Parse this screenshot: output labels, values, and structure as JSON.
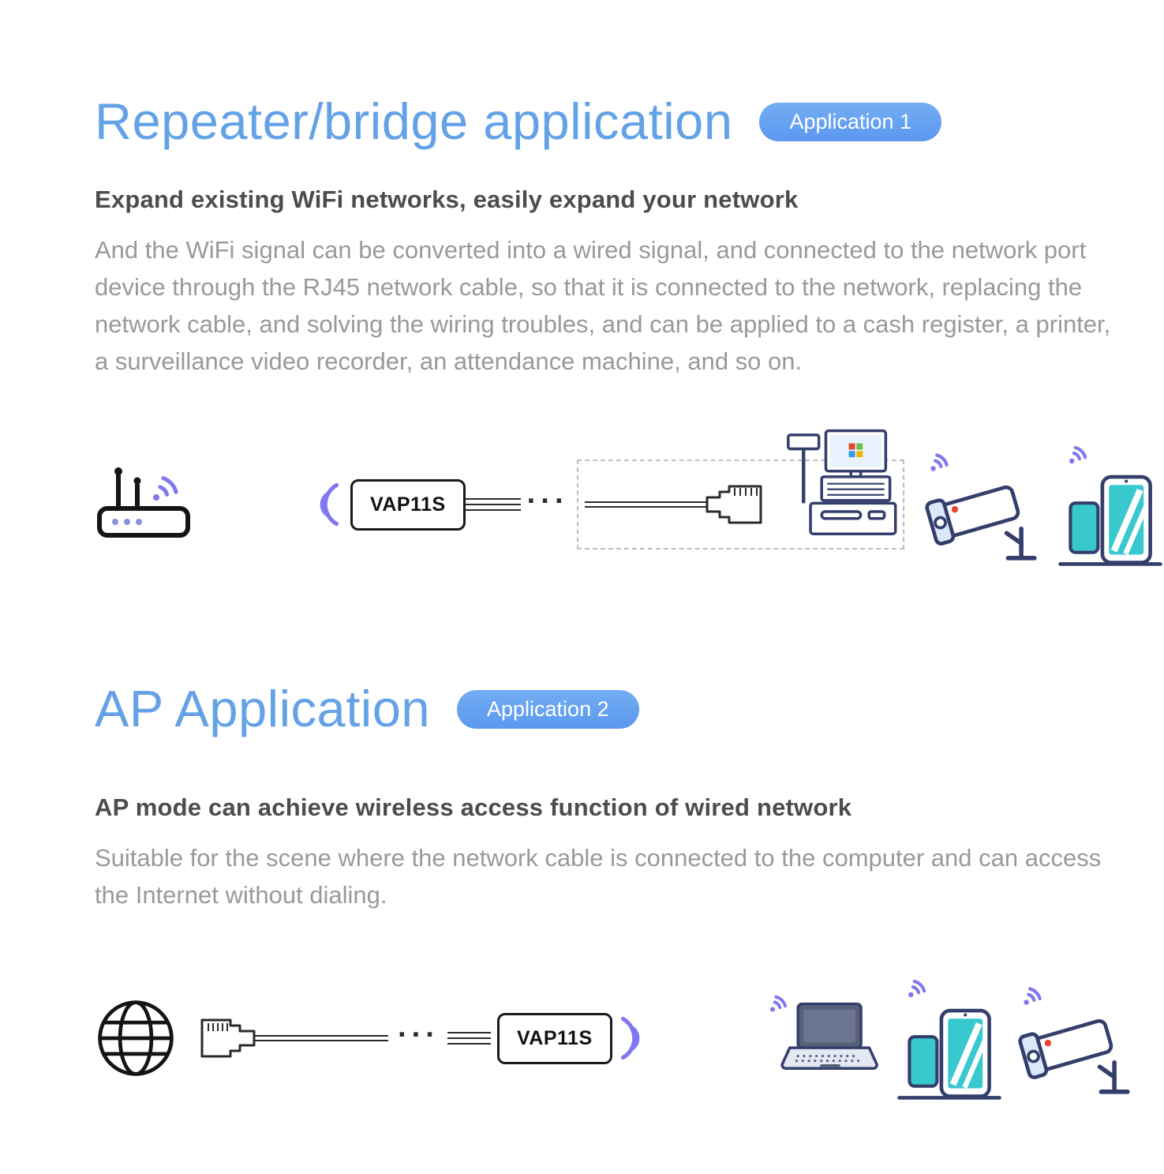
{
  "colors": {
    "title_blue": "#64a2e8",
    "badge_blue": "#5b98ef",
    "badge_text": "#ffffff",
    "subheading_gray": "#4c4c4c",
    "body_gray": "#97999d",
    "wifi_purple": "#8377f0",
    "device_teal": "#38c9cf",
    "outline_navy": "#343e6b",
    "icon_black": "#141414",
    "camera_red_dot": "#e8452f"
  },
  "section1": {
    "title": "Repeater/bridge application",
    "badge": "Application 1",
    "subheading": "Expand existing WiFi networks,  easily expand your network",
    "body": "And the WiFi signal can be converted into a wired signal, and connected to the network port device through the RJ45 network cable, so that it is connected to the network, replacing the network cable, and solving the wiring troubles, and can be applied to a cash register, a printer, a surveillance video recorder, an attendance machine, and so on.",
    "device_label": "VAP11S",
    "dots": "···",
    "icons": [
      "wifi-router-icon",
      "wifi-waves-icon",
      "vap11s-device",
      "ethernet-cable-icon",
      "rj45-plug-icon",
      "pos-cash-register-icon",
      "surveillance-camera-icon",
      "smartphone-icon"
    ]
  },
  "section2": {
    "title": "AP Application",
    "badge": "Application 2",
    "subheading": "AP mode can achieve wireless access function of wired network",
    "body": "Suitable for the scene where the network cable is connected to the computer and can access the Internet without dialing.",
    "device_label": "VAP11S",
    "dots": "···",
    "icons": [
      "globe-icon",
      "rj45-plug-icon",
      "ethernet-cable-icon",
      "vap11s-device",
      "wifi-waves-icon",
      "laptop-icon",
      "smartphone-icon",
      "surveillance-camera-icon"
    ]
  }
}
